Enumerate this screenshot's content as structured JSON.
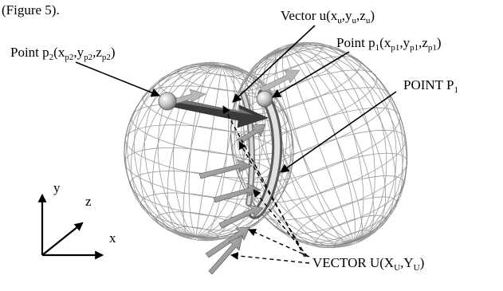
{
  "caption_fragment": "(Figure 5).",
  "labels": {
    "vector_u": {
      "main": "Vector u(x",
      "s1": "u",
      "m2": ",y",
      "s2": "u",
      "m3": ",z",
      "s3": "u",
      "end": ")"
    },
    "point_p1": {
      "main": "Point p",
      "sub0": "1",
      "m1": "(x",
      "s1": "p1",
      "m2": ",y",
      "s2": "p1",
      "m3": ",z",
      "s3": "p1",
      "end": ")"
    },
    "point_p2": {
      "main": "Point p",
      "sub0": "2",
      "m1": "(x",
      "s1": "p2",
      "m2": ",y",
      "s2": "p2",
      "m3": ",z",
      "s3": "p2",
      "end": ")"
    },
    "point_P1": {
      "main": "POINT P",
      "sub0": "1"
    },
    "vector_U": {
      "main": "VECTOR U(X",
      "s1": "U",
      "m2": ",Y",
      "s2": "U",
      "end": ")"
    }
  },
  "axes": {
    "y": "y",
    "z": "z",
    "x": "x"
  }
}
